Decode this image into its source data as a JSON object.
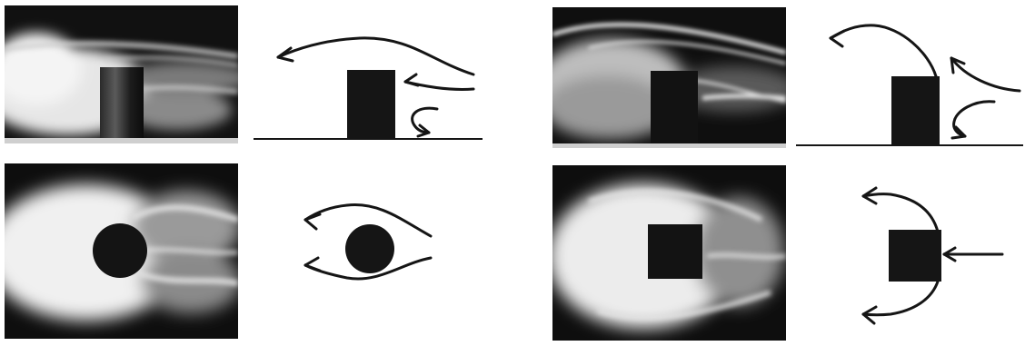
{
  "figure": {
    "panels": [
      {
        "photo": "smoke-visualization",
        "view": "side",
        "obstacle": "cylinder-side",
        "sketch": "flow-arrows"
      },
      {
        "photo": "smoke-visualization",
        "view": "side",
        "obstacle": "cube-side",
        "sketch": "flow-arrows"
      },
      {
        "photo": "smoke-visualization",
        "view": "top",
        "obstacle": "cylinder-top",
        "sketch": "flow-arrows"
      },
      {
        "photo": "smoke-visualization",
        "view": "top",
        "obstacle": "cube-top",
        "sketch": "flow-arrows"
      }
    ],
    "colors": {
      "ink": "#151515",
      "smoke": "#f2f2f2",
      "background": "#0d0d0d"
    }
  }
}
